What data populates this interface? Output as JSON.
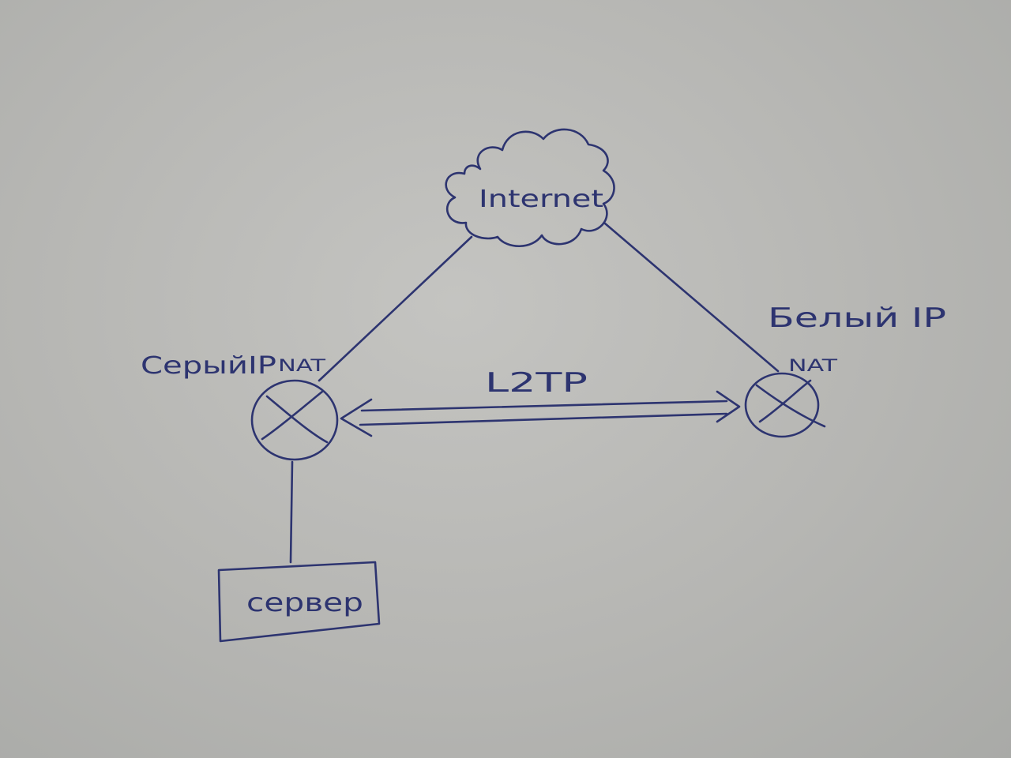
{
  "diagram": {
    "ink_color": "#2d3470",
    "paper_color": "#bdbdba",
    "cloud": {
      "label": "Internet",
      "icon": "cloud-icon"
    },
    "left_router": {
      "label": "СерыйIP",
      "sub_label": "NAT",
      "icon": "router-icon"
    },
    "right_router": {
      "label": "Белый IP",
      "sub_label": "NAT",
      "icon": "router-icon"
    },
    "tunnel": {
      "label": "L2TP",
      "icon": "double-arrow-icon"
    },
    "server": {
      "label": "сервер"
    }
  }
}
